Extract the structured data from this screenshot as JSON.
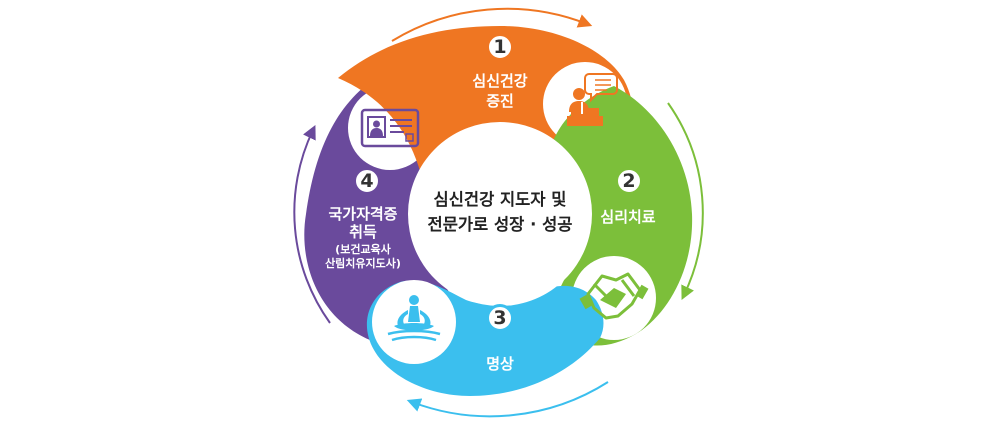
{
  "center": {
    "line1": "심신건강 지도자 및",
    "line2": "전문가로 성장 · 성공"
  },
  "steps": [
    {
      "number": "1",
      "title": "심신건강",
      "title2": "증진",
      "color": "#ef7622",
      "icon": "lecturer-icon"
    },
    {
      "number": "2",
      "title": "심리치료",
      "color": "#7cbf3a",
      "icon": "holding-hands-icon"
    },
    {
      "number": "3",
      "title": "명상",
      "color": "#3bbfee",
      "icon": "meditation-icon"
    },
    {
      "number": "4",
      "title": "국가자격증",
      "title2": "취득",
      "sub1": "(보건교육사",
      "sub2": "산림치유지도사)",
      "color": "#6a4a9c",
      "icon": "id-card-icon"
    }
  ]
}
